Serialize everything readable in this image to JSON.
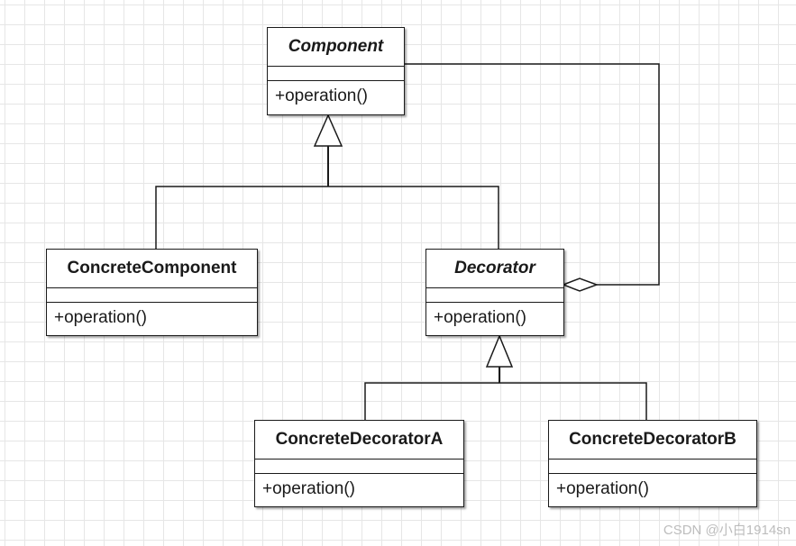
{
  "diagram": {
    "classes": [
      {
        "id": "component",
        "name": "Component",
        "abstract": true,
        "operation": "+operation()"
      },
      {
        "id": "concrete-component",
        "name": "ConcreteComponent",
        "abstract": false,
        "operation": "+operation()"
      },
      {
        "id": "decorator",
        "name": "Decorator",
        "abstract": true,
        "operation": "+operation()"
      },
      {
        "id": "concrete-decorator-a",
        "name": "ConcreteDecoratorA",
        "abstract": false,
        "operation": "+operation()"
      },
      {
        "id": "concrete-decorator-b",
        "name": "ConcreteDecoratorB",
        "abstract": false,
        "operation": "+operation()"
      }
    ],
    "relations": [
      {
        "type": "generalization",
        "from": "concrete-component",
        "to": "component"
      },
      {
        "type": "generalization",
        "from": "decorator",
        "to": "component"
      },
      {
        "type": "aggregation",
        "from": "decorator",
        "to": "component"
      },
      {
        "type": "generalization",
        "from": "concrete-decorator-a",
        "to": "decorator"
      },
      {
        "type": "generalization",
        "from": "concrete-decorator-b",
        "to": "decorator"
      }
    ]
  },
  "watermark": "CSDN @小白1914sn"
}
